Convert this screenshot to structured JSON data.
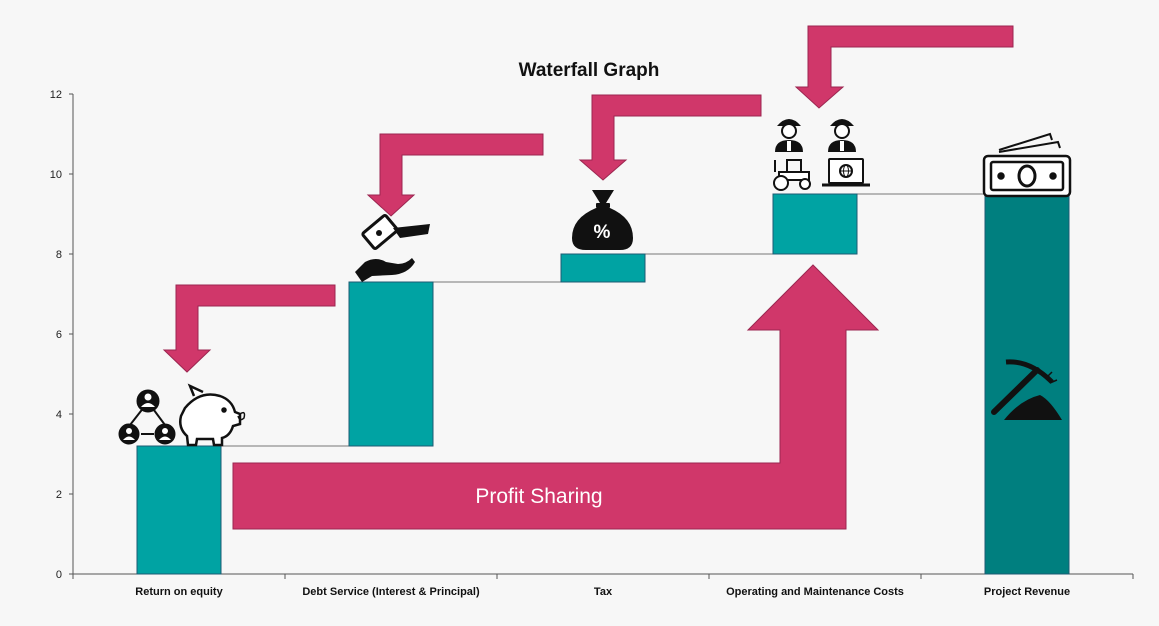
{
  "chart_data": {
    "type": "bar",
    "subtype": "waterfall",
    "title": "Waterfall Graph",
    "xlabel": "",
    "ylabel": "",
    "categories": [
      "Return on equity",
      "Debt Service (Interest & Principal)",
      "Tax",
      "Operating and Maintenance Costs",
      "Project Revenue"
    ],
    "bars": [
      {
        "category": "Return on equity",
        "base": 0,
        "value": 3.2
      },
      {
        "category": "Debt Service (Interest & Principal)",
        "base": 3.2,
        "value": 4.1
      },
      {
        "category": "Tax",
        "base": 7.3,
        "value": 0.7
      },
      {
        "category": "Operating and Maintenance Costs",
        "base": 8.0,
        "value": 1.5
      },
      {
        "category": "Project Revenue",
        "base": 0,
        "value": 9.5
      }
    ],
    "ylim": [
      0,
      12
    ],
    "yticks": [
      0,
      2,
      4,
      6,
      8,
      10,
      12
    ],
    "grid": false,
    "legend": "none",
    "annotation": "Profit Sharing",
    "icons": [
      "people-network-icon",
      "piggy-bank-icon",
      "cash-in-hand-icon",
      "money-bag-percent-icon",
      "worker-icon",
      "tractor-icon",
      "laptop-globe-icon",
      "banknote-stack-icon",
      "pickaxe-rock-icon"
    ],
    "colors": {
      "bar": "#00a3a3",
      "total_bar": "#007f7f",
      "arrow": "#d0376a",
      "axis": "#555555"
    }
  }
}
